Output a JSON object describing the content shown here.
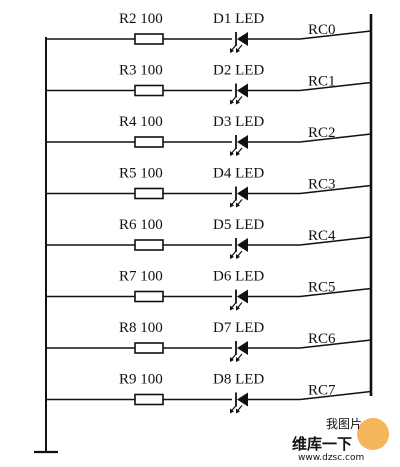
{
  "rows": [
    {
      "resistor": "R2 100",
      "led": "D1 LED",
      "port": "RC0"
    },
    {
      "resistor": "R3 100",
      "led": "D2 LED",
      "port": "RC1"
    },
    {
      "resistor": "R4 100",
      "led": "D3 LED",
      "port": "RC2"
    },
    {
      "resistor": "R5 100",
      "led": "D4 LED",
      "port": "RC3"
    },
    {
      "resistor": "R6 100",
      "led": "D5 LED",
      "port": "RC4"
    },
    {
      "resistor": "R7 100",
      "led": "D6 LED",
      "port": "RC5"
    },
    {
      "resistor": "R8 100",
      "led": "D7 LED",
      "port": "RC6"
    },
    {
      "resistor": "R9 100",
      "led": "D8 LED",
      "port": "RC7"
    }
  ],
  "watermark": {
    "brand": "维库一下",
    "url": "www.dzsc.com",
    "badge": "我图片"
  }
}
